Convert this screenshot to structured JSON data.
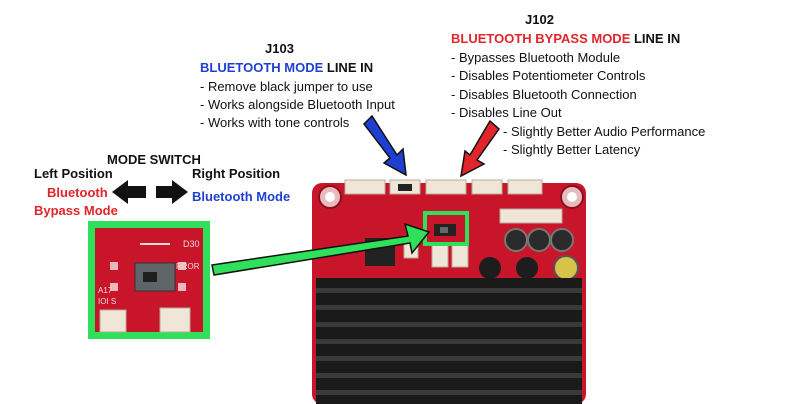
{
  "j103": {
    "id": "J103",
    "title_colored": "BLUETOOTH MODE",
    "title_suffix": " LINE IN",
    "bullets": [
      "- Remove black jumper to use",
      "- Works alongside Bluetooth Input",
      "- Works with tone controls"
    ]
  },
  "j102": {
    "id": "J102",
    "title_colored": "BLUETOOTH BYPASS MODE",
    "title_suffix": " LINE IN",
    "bullets": [
      "- Bypasses Bluetooth Module",
      "- Disables Potentiometer Controls",
      "- Disables Bluetooth Connection",
      "- Disables Line Out"
    ],
    "sub_bullets": [
      "- Slightly Better Audio Performance",
      "- Slightly Better Latency"
    ]
  },
  "mode_switch": {
    "title": "MODE SWITCH",
    "left_heading": "Left Position",
    "left_mode_line1": "Bluetooth",
    "left_mode_line2": "Bypass Mode",
    "right_heading": "Right Position",
    "right_mode": "Bluetooth Mode"
  },
  "board_labels": {
    "zoom_d30": "D30",
    "zoom_rror": "RROR",
    "zoom_a17": "A17",
    "zoom_ioi": "IOI S"
  },
  "colors": {
    "blue": "#1f3fd1",
    "red": "#e0262b",
    "green_highlight": "#2fe05a",
    "board_red": "#c8152a",
    "heatsink": "#1a1a1a"
  }
}
